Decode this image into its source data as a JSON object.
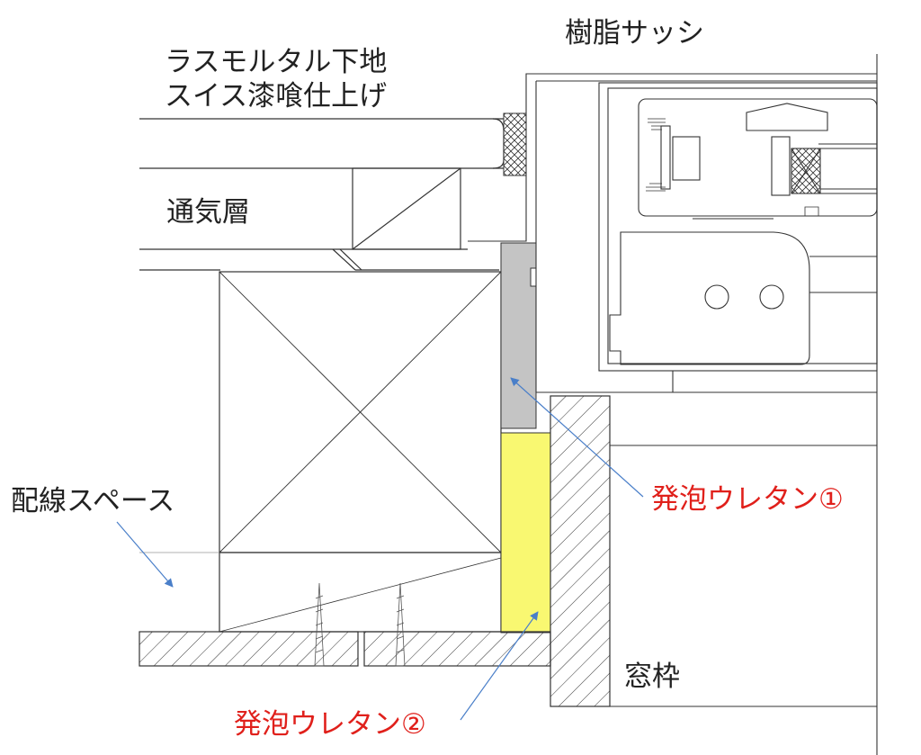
{
  "labels": {
    "substrate_line1": "ラスモルタル下地",
    "substrate_line2": "スイス漆喰仕上げ",
    "resin_sash": "樹脂サッシ",
    "ventilation_layer": "通気層",
    "wiring_space": "配線スペース",
    "foam_urethane_1": "発泡ウレタン①",
    "foam_urethane_2": "発泡ウレタン②",
    "window_frame": "窓枠"
  },
  "colors": {
    "line": "#333333",
    "foam": "#f9f871",
    "gasket": "#c4c4c4",
    "arrow": "#4a7fc9",
    "red_text": "#e0201b"
  }
}
